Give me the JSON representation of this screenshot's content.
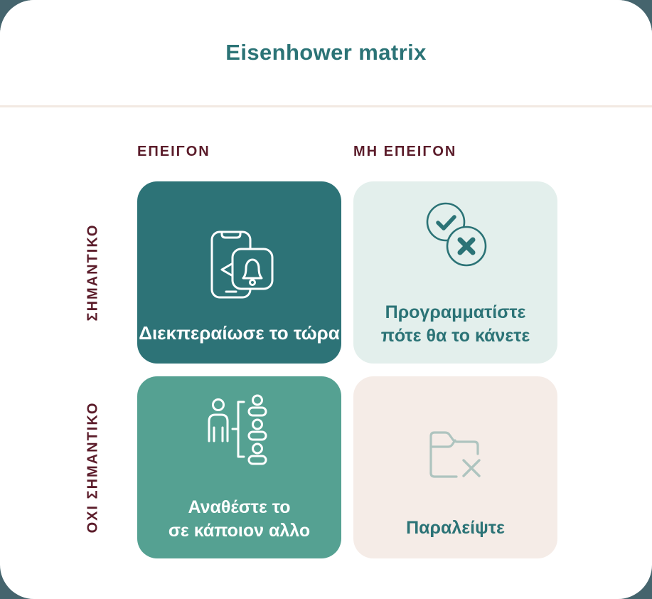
{
  "title": "Eisenhower matrix",
  "theme": {
    "page_background": "#45646d",
    "card_background": "#ffffff",
    "divider_color": "#f2e9e2",
    "title_color": "#2b7376",
    "axis_label_color": "#5b1c2a"
  },
  "axis": {
    "columns": [
      {
        "label": "ΕΠΕΙΓΟΝ"
      },
      {
        "label": "ΜΗ ΕΠΕΙΓΟΝ"
      }
    ],
    "rows": [
      {
        "label": "ΣΗΜΑΝΤΙΚΟ"
      },
      {
        "label": "ΟΧΙ ΣΗΜΑΝΤΙΚΟ"
      }
    ]
  },
  "quadrants": [
    {
      "id": "urgent-important",
      "lines": [
        "Διεκπεραίωσε το τώρα"
      ],
      "icon": "phone-notification-icon",
      "background": "#2d7377",
      "text_color": "#ffffff"
    },
    {
      "id": "not-urgent-important",
      "lines": [
        "Προγραμματίστε",
        "πότε θα το κάνετε"
      ],
      "icon": "check-cross-circles-icon",
      "background": "#e3efec",
      "text_color": "#2b7376"
    },
    {
      "id": "urgent-not-important",
      "lines": [
        "Αναθέστε το",
        "σε κάποιον αλλο"
      ],
      "icon": "delegate-people-icon",
      "background": "#55a192",
      "text_color": "#ffffff"
    },
    {
      "id": "not-urgent-not-important",
      "lines": [
        "Παραλείψτε"
      ],
      "icon": "folder-x-icon",
      "background": "#f5ece7",
      "text_color": "#2b7376",
      "icon_color": "#aec4bf"
    }
  ]
}
